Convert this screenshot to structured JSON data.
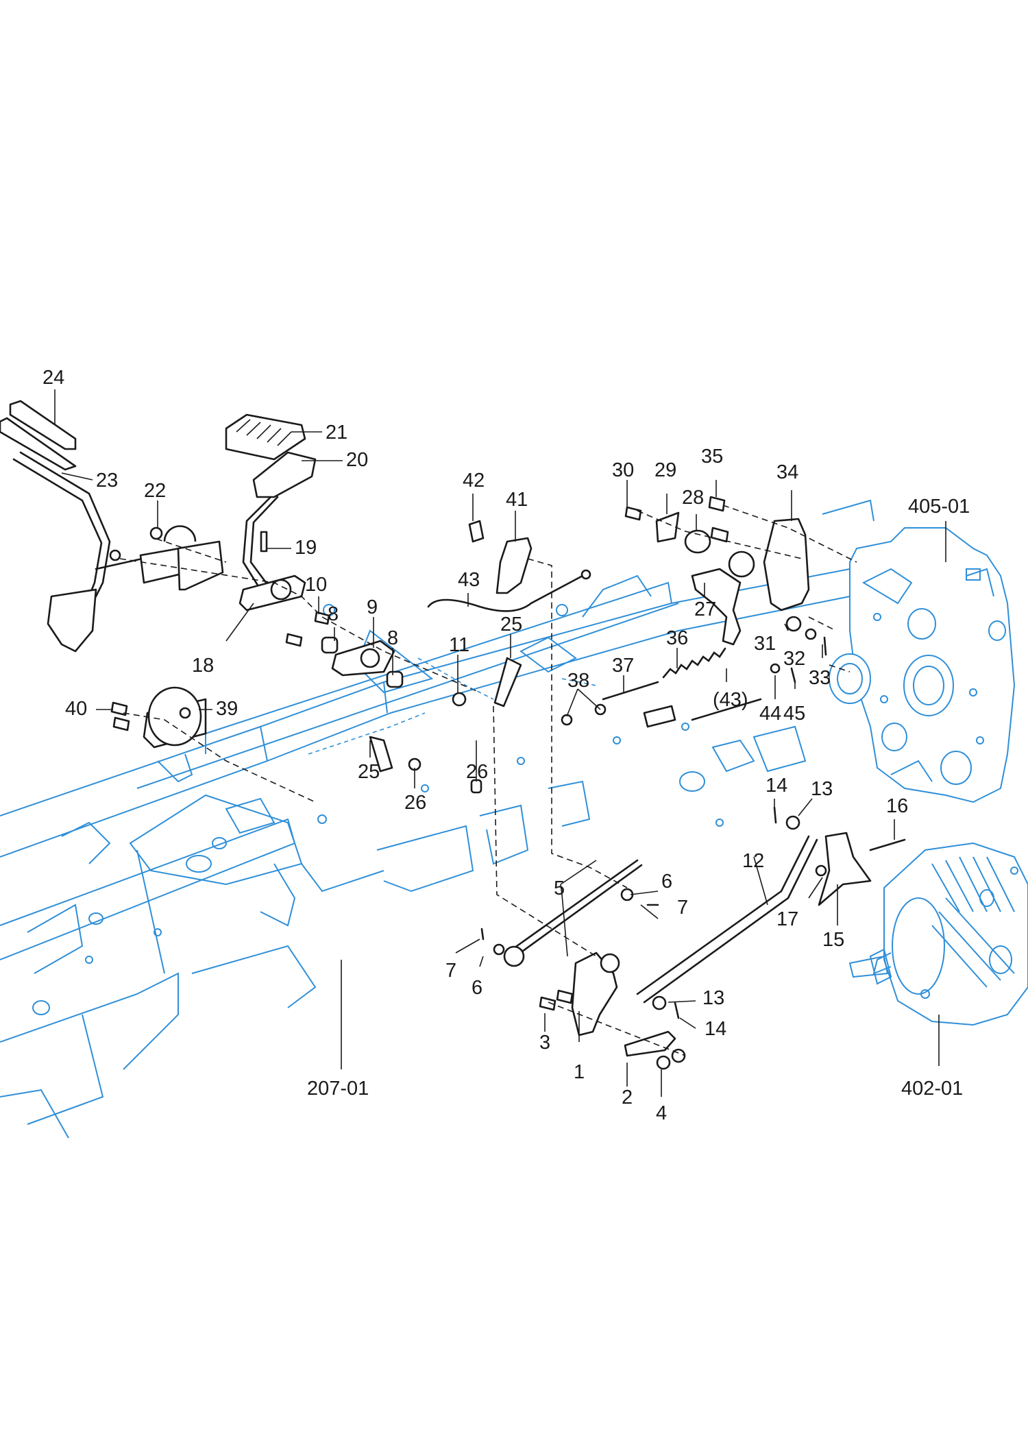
{
  "colors": {
    "part_line": "#1a1a1a",
    "assembly_line": "#2f8fd8",
    "background": "#ffffff"
  },
  "labels": {
    "l1": "1",
    "l2": "2",
    "l3": "3",
    "l4": "4",
    "l5": "5",
    "l6a": "6",
    "l6b": "6",
    "l7a": "7",
    "l7b": "7",
    "l8a": "8",
    "l8b": "8",
    "l9": "9",
    "l10": "10",
    "l11": "11",
    "l12": "12",
    "l13a": "13",
    "l13b": "13",
    "l14a": "14",
    "l14b": "14",
    "l15": "15",
    "l16": "16",
    "l17": "17",
    "l18": "18",
    "l19": "19",
    "l20": "20",
    "l21": "21",
    "l22": "22",
    "l23": "23",
    "l24": "24",
    "l25a": "25",
    "l25b": "25",
    "l26a": "26",
    "l26b": "26",
    "l27": "27",
    "l28": "28",
    "l29": "29",
    "l30": "30",
    "l31": "31",
    "l32": "32",
    "l33": "33",
    "l34": "34",
    "l35": "35",
    "l36": "36",
    "l37": "37",
    "l38": "38",
    "l39": "39",
    "l40": "40",
    "l41": "41",
    "l42": "42",
    "l43": "43",
    "l43p": "(43)",
    "l44": "44",
    "l45": "45",
    "a207": "207-01",
    "a402": "402-01",
    "a405": "405-01"
  }
}
